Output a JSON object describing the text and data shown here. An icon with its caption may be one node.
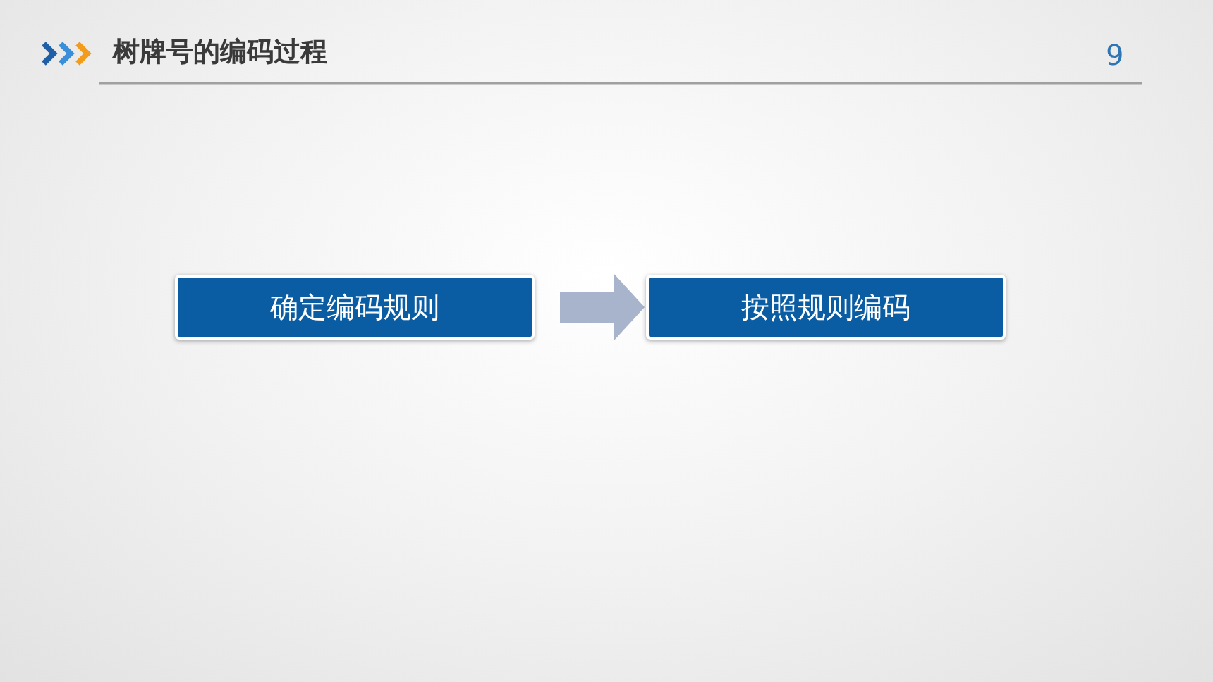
{
  "diagram": {
    "title": "树牌号的编码过程",
    "nodes": [
      {
        "text": [
          "确定编码规则"
        ]
      },
      {
        "text": [
          "按照规则编码"
        ]
      }
    ],
    "edges": [
      {
        "from": 0,
        "to": 1,
        "arrow": "to"
      }
    ],
    "labels": [
      "9"
    ]
  }
}
